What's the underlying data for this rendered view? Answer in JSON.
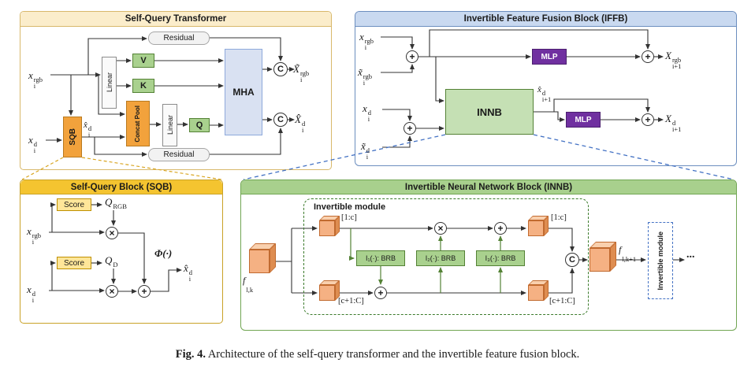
{
  "caption": {
    "label": "Fig. 4.",
    "text": "Architecture of the self-query transformer and the invertible feature fusion block."
  },
  "ops": {
    "plus": "+",
    "times": "×",
    "concat": "C"
  },
  "sqt": {
    "title": "Self-Query Transformer",
    "residual_top": "Residual",
    "residual_bottom": "Residual",
    "linear_top": "Linear",
    "linear_bottom": "Linear",
    "sqb": "SQB",
    "concat_pool": "Concat Pool",
    "v": "V",
    "k": "K",
    "q": "Q",
    "mha": "MHA",
    "in_rgb": {
      "base": "x",
      "sub": "i",
      "sup": "rgb"
    },
    "in_d": {
      "base": "x",
      "sub": "i",
      "sup": "d"
    },
    "sqb_out": {
      "base": "x̂",
      "sub": "i",
      "sup": "d"
    },
    "out_rgb": {
      "base": "X̃",
      "sub": "i",
      "sup": "rgb"
    },
    "out_d": {
      "base": "X̂",
      "sub": "i",
      "sup": "d"
    }
  },
  "iffb": {
    "title": "Invertible Feature Fusion Block (IFFB)",
    "mlp_top": "MLP",
    "mlp_bottom": "MLP",
    "innb": "INNB",
    "in_rgb": {
      "base": "x",
      "sub": "i",
      "sup": "rgb"
    },
    "in_rgb_fused": {
      "base": "x̃",
      "sub": "i",
      "sup": "rgb"
    },
    "in_d": {
      "base": "x",
      "sub": "i",
      "sup": "d"
    },
    "in_d_fused": {
      "base": "x̃",
      "sub": "i",
      "sup": "d"
    },
    "innb_out": {
      "base": "x̂",
      "sub": "i+1",
      "sup": "d"
    },
    "out_rgb": {
      "base": "X",
      "sub": "i+1",
      "sup": "rgb"
    },
    "out_d": {
      "base": "X",
      "sub": "i+1",
      "sup": "d"
    }
  },
  "sqb": {
    "title": "Self-Query Block (SQB)",
    "score_top": "Score",
    "score_bottom": "Score",
    "q_rgb": {
      "base": "Q",
      "sub": "",
      "sup": "RGB"
    },
    "q_d": {
      "base": "Q",
      "sub": "",
      "sup": "D"
    },
    "phi": "Φ(·)",
    "in_rgb": {
      "base": "x",
      "sub": "i",
      "sup": "rgb"
    },
    "in_d": {
      "base": "x",
      "sub": "i",
      "sup": "d"
    },
    "out": {
      "base": "x̂",
      "sub": "i",
      "sup": "d"
    }
  },
  "innb": {
    "title": "Invertible Neural Network Block (INNB)",
    "module_label": "Invertible module",
    "next_module_label": "Invertible module",
    "f_in": {
      "base": "f",
      "sub": "l,k",
      "sup": ""
    },
    "f_out": {
      "base": "f",
      "sub": "l,k+1",
      "sup": ""
    },
    "slice_top_left": "[1:c]",
    "slice_bottom_left": "[c+1:C]",
    "slice_top_right": "[1:c]",
    "slice_bottom_right": "[c+1:C]",
    "brb1": "I₁(·): BRB",
    "brb2": "I₂(·): BRB",
    "brb3": "I₃(·): BRB",
    "dots": "..."
  },
  "colors": {
    "orange_block": "#F2A23C",
    "green_block": "#A9D18E",
    "innb_block": "#C5E0B4",
    "purple_block": "#7030A0",
    "mha_block": "#D9E1F2",
    "sqt_header": "#FBEDCB",
    "iffb_header": "#C9D9F0",
    "sqb_header": "#F4C430",
    "innb_header": "#A8D08D"
  }
}
